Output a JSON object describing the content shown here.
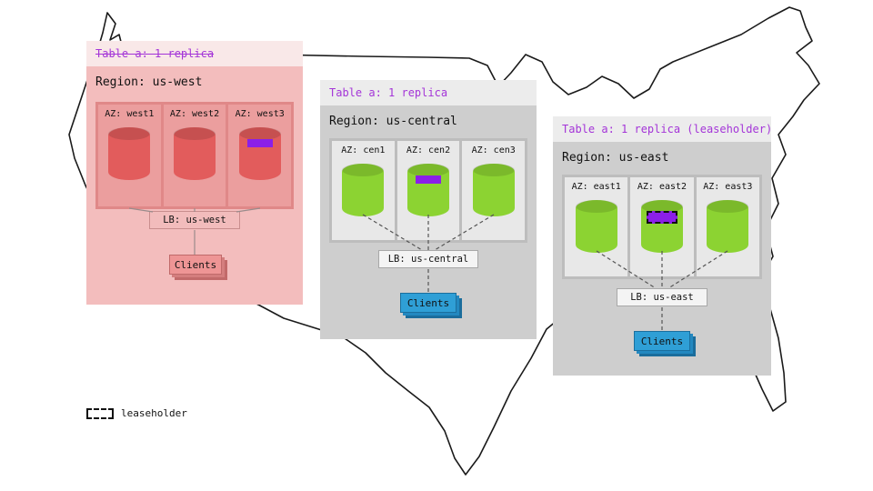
{
  "colors": {
    "purple_text": "#a435d8",
    "replica_purple": "#8b1fe8",
    "west_red": "#e25c5c",
    "replica_green": "#8cd332",
    "client_blue": "#2f9fd6"
  },
  "legend": {
    "label": "leaseholder"
  },
  "regions": [
    {
      "table_label": "Table a: 1 replica",
      "region_label": "Region: us-west",
      "azs": [
        {
          "label": "AZ: west1"
        },
        {
          "label": "AZ: west2"
        },
        {
          "label": "AZ: west3"
        }
      ],
      "lb_label": "LB: us-west",
      "clients_label": "Clients"
    },
    {
      "table_label": "Table a: 1 replica",
      "region_label": "Region: us-central",
      "azs": [
        {
          "label": "AZ: cen1"
        },
        {
          "label": "AZ: cen2"
        },
        {
          "label": "AZ: cen3"
        }
      ],
      "lb_label": "LB: us-central",
      "clients_label": "Clients"
    },
    {
      "table_label": "Table a: 1 replica (leaseholder)",
      "region_label": "Region: us-east",
      "azs": [
        {
          "label": "AZ: east1"
        },
        {
          "label": "AZ: east2"
        },
        {
          "label": "AZ: east3"
        }
      ],
      "lb_label": "LB: us-east",
      "clients_label": "Clients"
    }
  ]
}
